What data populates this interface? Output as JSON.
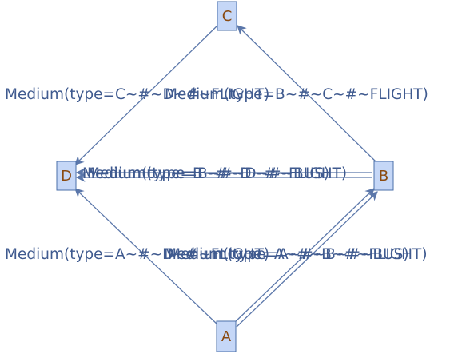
{
  "nodes": {
    "A": "A",
    "B": "B",
    "C": "C",
    "D": "D"
  },
  "edges": {
    "c_d": "Medium(type=C~#~D~#~FLIGHT)",
    "b_c": "Medium(type=B~#~C~#~FLIGHT)",
    "b_d_flight": "Medium(type=B~#~D~#~FLIGHT)",
    "b_d_bus": "Medium(type=B~#~D~#~BUS)",
    "a_d": "Medium(type=A~#~D~#~FLIGHT)",
    "a_b_flight": "Medium(type=A~#~B~#~FLIGHT)",
    "a_b_bus": "Medium(type=A~#~B~#~BUS)"
  },
  "colors": {
    "node_fill": "#c5d7f7",
    "node_border": "#4a6fa8",
    "node_text": "#8a4a10",
    "edge": "#5b77aa",
    "label": "#3f5a8f"
  }
}
